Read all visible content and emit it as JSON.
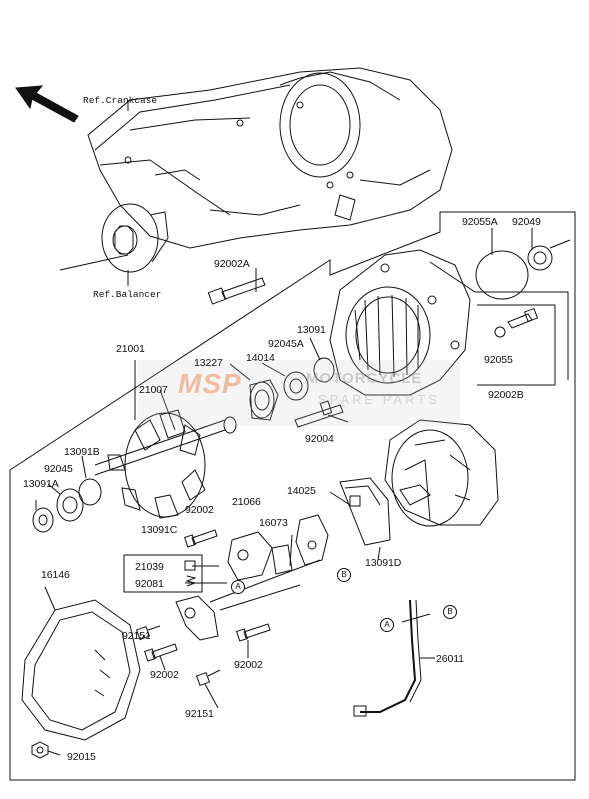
{
  "references": {
    "crankcase": "Ref.Crankcase",
    "balancer": "Ref.Balancer"
  },
  "parts": {
    "p92055A": "92055A",
    "p92049": "92049",
    "p92002A": "92002A",
    "p13091": "13091",
    "p92045A": "92045A",
    "p21001": "21001",
    "p13227": "13227",
    "p14014": "14014",
    "p92055": "92055",
    "p92002B": "92002B",
    "p21007": "21007",
    "p92004": "92004",
    "p13091B": "13091B",
    "p92045": "92045",
    "p13091A": "13091A",
    "p92002_top": "92002",
    "p21066": "21066",
    "p14025": "14025",
    "p16073": "16073",
    "p13091C": "13091C",
    "p21039": "21039",
    "p92081": "92081",
    "p13091D": "13091D",
    "p16146": "16146",
    "p92151_left": "92151",
    "p92002_mid": "92002",
    "p92002_right": "92002",
    "p92151_bottom": "92151",
    "p26011": "26011",
    "p92015": "92015"
  },
  "callouts": {
    "a_mid": "A",
    "b_mid": "B",
    "a_wire": "A",
    "b_wire": "B"
  },
  "watermark": {
    "logo": "MSP",
    "name": "MOTORCYCLE",
    "sub": "SPARE PARTS"
  },
  "colors": {
    "line": "#111111",
    "watermark_orange": "#eb783c"
  }
}
